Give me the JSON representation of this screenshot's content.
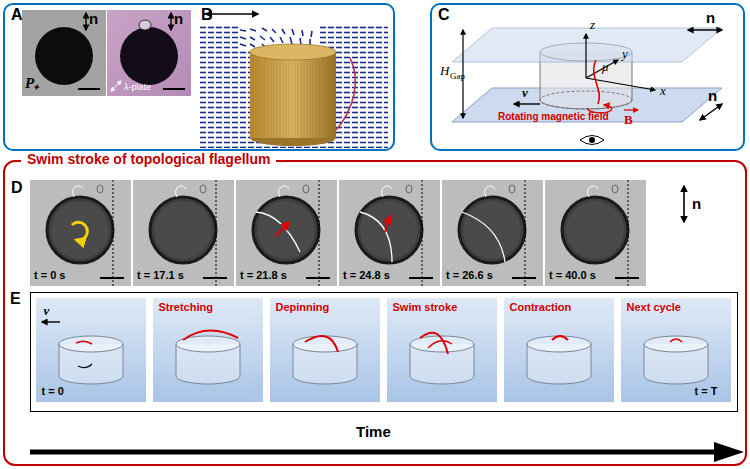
{
  "diagram": {
    "nodes": [
      {
        "text": [
          "A",
          "B"
        ]
      },
      {
        "text": [
          "n",
          "P₊"
        ],
        "in": 0
      },
      {
        "text": [
          "n",
          "λ-plate"
        ],
        "in": 0
      },
      {
        "text": [
          "C"
        ]
      },
      {
        "text": [
          "Swim stroke of topological flagellum",
          "D"
        ]
      },
      {
        "text": [
          "t = 0 s"
        ],
        "in": 4
      },
      {
        "text": [
          "t = 17.1 s"
        ],
        "in": 4
      },
      {
        "text": [
          "t = 21.8 s"
        ],
        "in": 4
      },
      {
        "text": [
          "t = 24.8 s"
        ],
        "in": 4
      },
      {
        "text": [
          "t = 26.6 s"
        ],
        "in": 4
      },
      {
        "text": [
          "t = 40.0 s"
        ],
        "in": 4
      },
      {
        "text": [
          "E"
        ],
        "in": 4
      },
      {
        "text": [
          "v",
          "t = 0"
        ],
        "in": 11
      },
      {
        "text": [
          "Stretching"
        ],
        "in": 11
      },
      {
        "text": [
          "Depinning"
        ],
        "in": 11
      },
      {
        "text": [
          "Swim stroke"
        ],
        "in": 11
      },
      {
        "text": [
          "Contraction"
        ],
        "in": 11
      },
      {
        "text": [
          "Next cycle",
          "t = T"
        ],
        "in": 11
      }
    ],
    "labels": [
      "z",
      "y",
      "μ",
      "n",
      "x",
      "v",
      "H",
      "Gap",
      "Rotating magnetic field",
      "B",
      "n",
      "n",
      "Time"
    ]
  }
}
